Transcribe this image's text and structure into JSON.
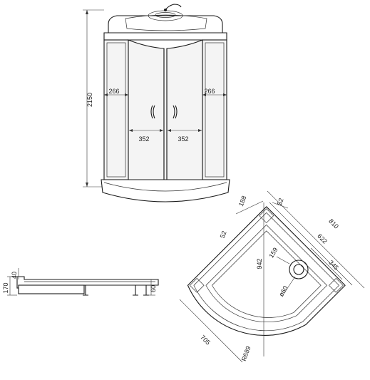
{
  "cabin_front": {
    "height": "2150",
    "left_width": "266",
    "right_width": "266",
    "left_door": "352",
    "right_door": "352"
  },
  "tray_side": {
    "total_height": "170",
    "rim": "40",
    "foot": "60"
  },
  "tray_plan": {
    "dim_188": "188",
    "dim_52_top": "52",
    "dim_52_left": "52",
    "dim_810": "810",
    "dim_622": "622",
    "dim_345": "345",
    "dim_159": "159",
    "diagonal": "942",
    "drain": "ø60",
    "radius": "R689",
    "width": "705"
  }
}
